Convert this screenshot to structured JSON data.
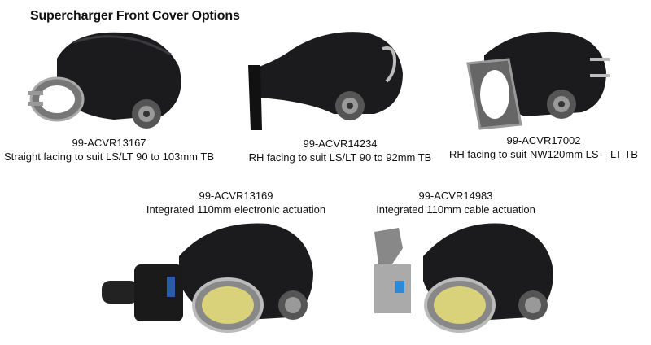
{
  "title": "Supercharger Front Cover Options",
  "options": [
    {
      "part": "99-ACVR13167",
      "desc": "Straight facing to suit LS/LT 90 to 103mm TB"
    },
    {
      "part": "99-ACVR14234",
      "desc": "RH facing to suit LS/LT 90 to 92mm TB"
    },
    {
      "part": "99-ACVR17002",
      "desc": "RH facing to suit NW120mm LS – LT TB"
    },
    {
      "part": "99-ACVR13169",
      "desc": "Integrated 110mm electronic actuation"
    },
    {
      "part": "99-ACVR14983",
      "desc": "Integrated 110mm cable actuation"
    }
  ]
}
